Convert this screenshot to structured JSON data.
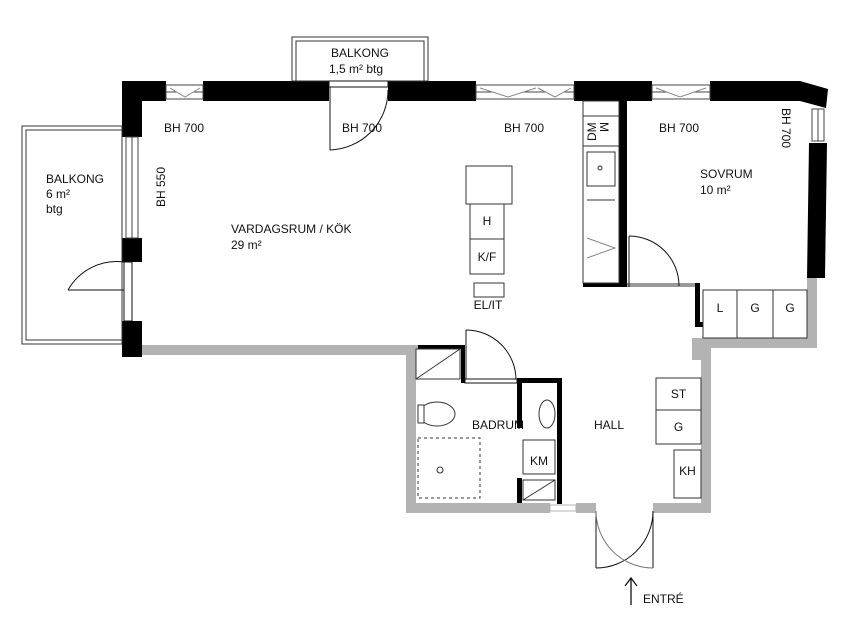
{
  "rooms": {
    "living": {
      "name": "VARDAGSRUM / KÖK",
      "area": "29 m²"
    },
    "bedroom": {
      "name": "SOVRUM",
      "area": "10 m²"
    },
    "bathroom": {
      "name": "BADRUM"
    },
    "hall": {
      "name": "HALL"
    }
  },
  "balconies": {
    "top": {
      "name": "BALKONG",
      "area": "1,5 m² btg"
    },
    "left": {
      "name": "BALKONG",
      "area": "6 m²",
      "note": "btg"
    }
  },
  "window_heights": {
    "w1": "BH 700",
    "w2": "BH 700",
    "w3": "BH 700",
    "w4": "BH 700",
    "w5": "BH 700",
    "w6": "BH 550"
  },
  "fixtures": {
    "hob": "H",
    "fridge_freezer": "K/F",
    "electrical_it": "EL/IT",
    "microwave": "M",
    "dishwasher": "DM",
    "wardrobe_l": "L",
    "wardrobe_g1": "G",
    "wardrobe_g2": "G",
    "hall_st": "ST",
    "hall_g": "G",
    "hall_kh": "KH",
    "washer_km": "KM"
  },
  "entrance": {
    "label": "ENTRÉ",
    "arrow": "up-arrow-icon"
  },
  "colors": {
    "wall": "#000000",
    "partition": "#b3b3b3",
    "line": "#222222"
  }
}
